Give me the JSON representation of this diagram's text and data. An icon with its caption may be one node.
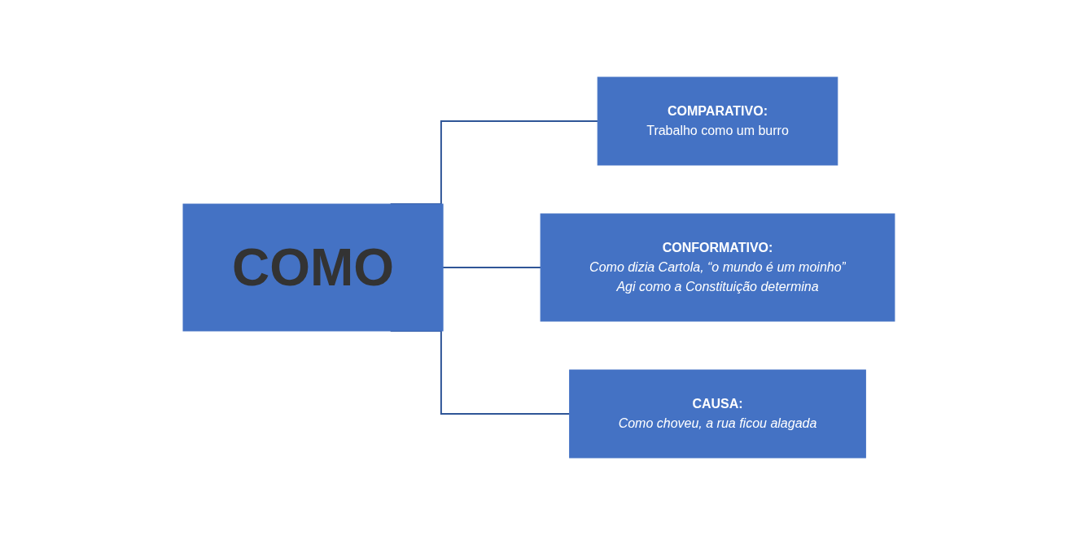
{
  "diagram": {
    "nodes": [
      {
        "text": [
          "COMO"
        ]
      },
      {
        "text": [
          "COMPARATIVO:",
          "Trabalho como um burro"
        ]
      },
      {
        "text": [
          "CONFORMATIVO:",
          "Como dizia Cartola, “o mundo é um moinho”",
          "Agi como a Constituição determina"
        ]
      },
      {
        "text": [
          "CAUSA:",
          "Como choveu, a rua ficou alagada"
        ]
      }
    ],
    "edges": [
      {
        "from": 0,
        "to": 1,
        "arrow": "none"
      },
      {
        "from": 0,
        "to": 2,
        "arrow": "none"
      },
      {
        "from": 0,
        "to": 3,
        "arrow": "none"
      }
    ]
  }
}
